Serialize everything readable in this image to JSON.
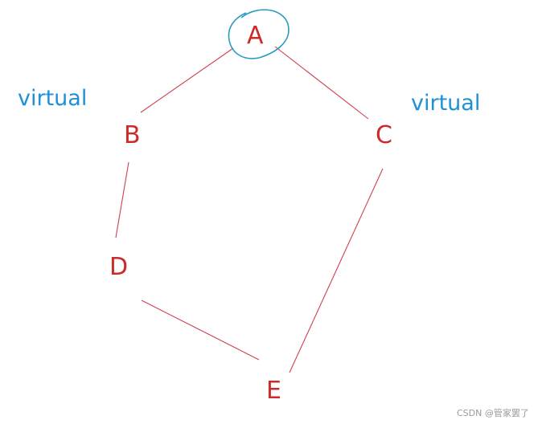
{
  "nodes": {
    "a": "A",
    "b": "B",
    "c": "C",
    "d": "D",
    "e": "E"
  },
  "annotations": {
    "left": "virtual",
    "right": "virtual"
  },
  "watermark": "CSDN @管家罢了",
  "colors": {
    "node_text": "#cc2b2b",
    "edge": "#d04050",
    "annotation": "#1e90d8",
    "highlight_circle": "#2a9bc4"
  }
}
